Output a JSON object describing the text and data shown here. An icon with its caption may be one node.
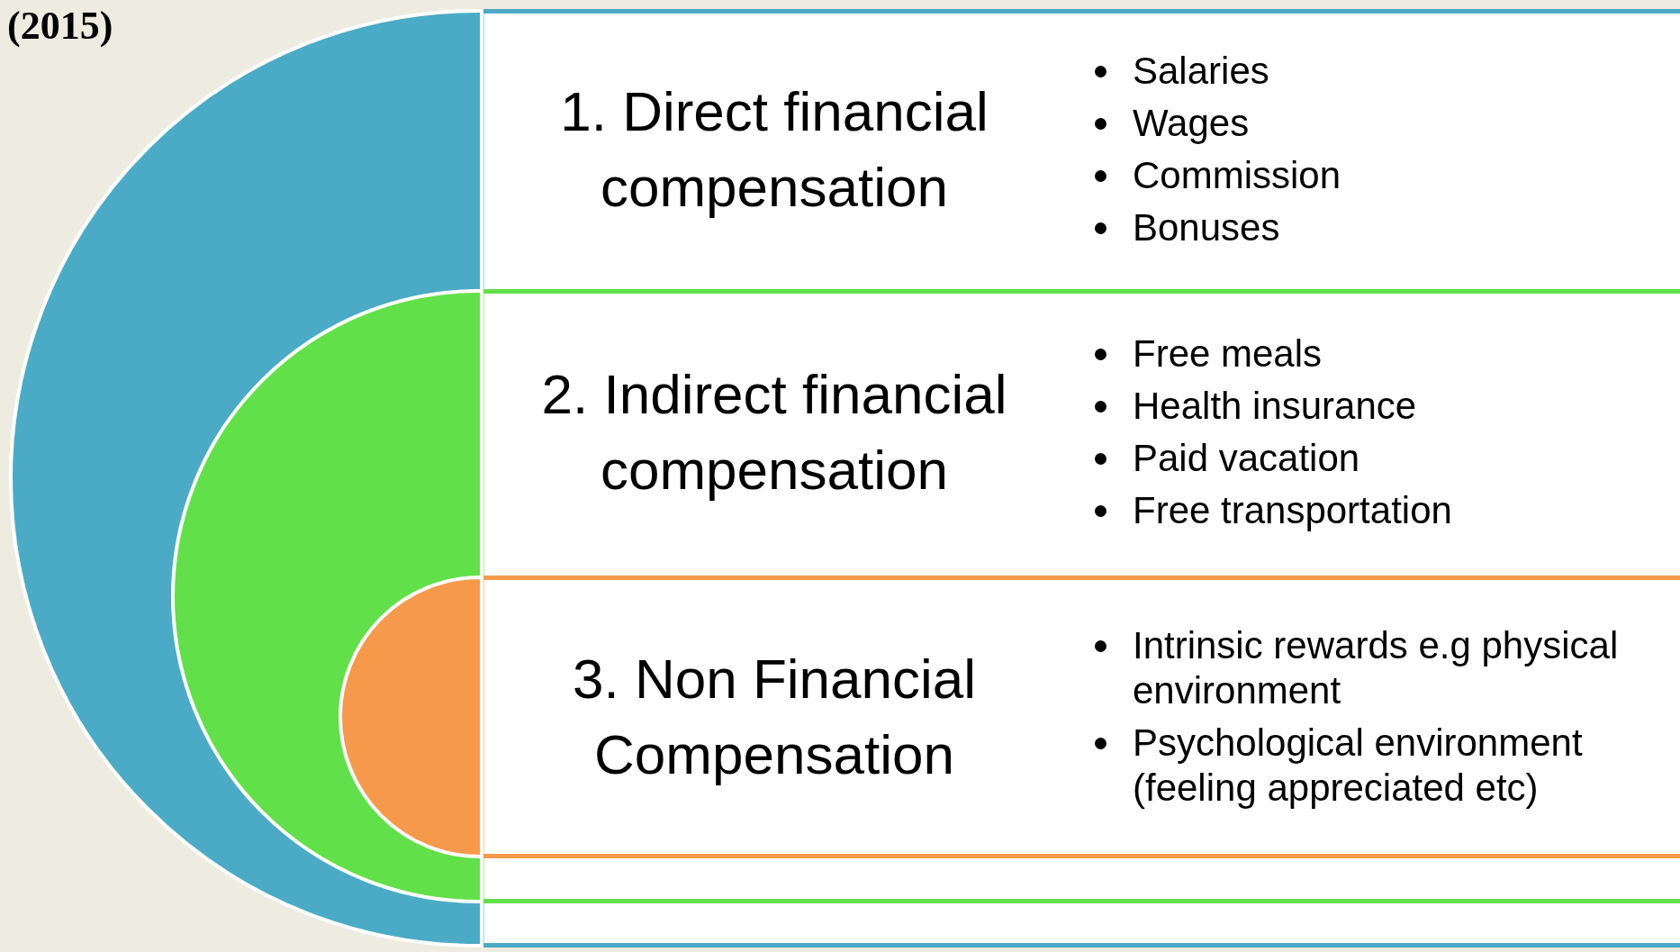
{
  "diagram": {
    "nodes": [
      {
        "text": [
          "1. Direct financial compensation",
          "Salaries",
          "Wages",
          "Commission",
          "Bonuses"
        ]
      },
      {
        "text": [
          "2. Indirect financial compensation",
          "Free meals",
          "Health insurance",
          "Paid vacation",
          "Free transportation"
        ],
        "in": 0
      },
      {
        "text": [
          "3. Non Financial Compensation",
          "Intrinsic rewards e.g physical environment",
          "Psychological environment (feeling appreciated etc)"
        ],
        "in": 1
      }
    ],
    "labels": [
      "(2015)"
    ]
  }
}
